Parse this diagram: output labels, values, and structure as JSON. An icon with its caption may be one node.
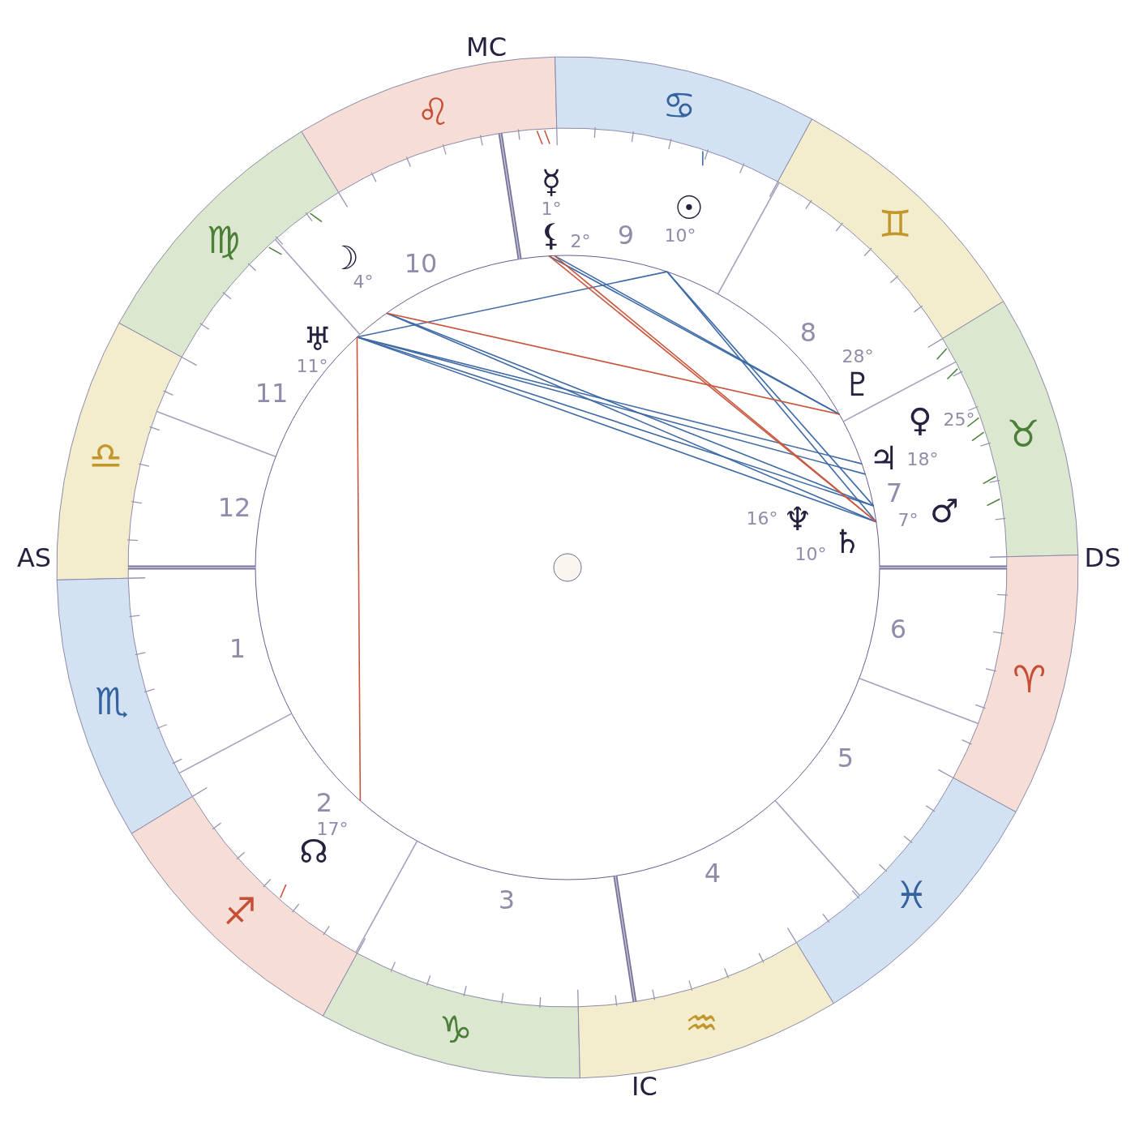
{
  "diagram": {
    "nodes": [
      {
        "text": [
          "♌"
        ]
      },
      {
        "text": [
          "♋"
        ]
      },
      {
        "text": [
          "♍"
        ]
      },
      {
        "text": [
          "♊"
        ]
      },
      {
        "text": [
          "♎"
        ]
      },
      {
        "text": [
          "♉"
        ]
      },
      {
        "text": [
          "♏"
        ]
      },
      {
        "text": [
          "♈"
        ]
      },
      {
        "text": [
          "♐"
        ]
      },
      {
        "text": [
          "♓"
        ]
      },
      {
        "text": [
          "♑"
        ]
      },
      {
        "text": [
          "♒"
        ]
      }
    ],
    "labels": [
      "MC",
      "☿",
      "☉",
      "1°",
      "⚸",
      "9",
      "10°",
      "☽",
      "2°",
      "10",
      "4°",
      "♅",
      "8",
      "11°",
      "11",
      "♇",
      "♀",
      "28°",
      "25°",
      "♃",
      "18°",
      "7",
      "12",
      "16°",
      "♆",
      "10°",
      "♄",
      "7°",
      "♂",
      "AS",
      "DS",
      "6",
      "1",
      "5",
      "2",
      "17°",
      "☊",
      "4",
      "3",
      "IC"
    ]
  }
}
